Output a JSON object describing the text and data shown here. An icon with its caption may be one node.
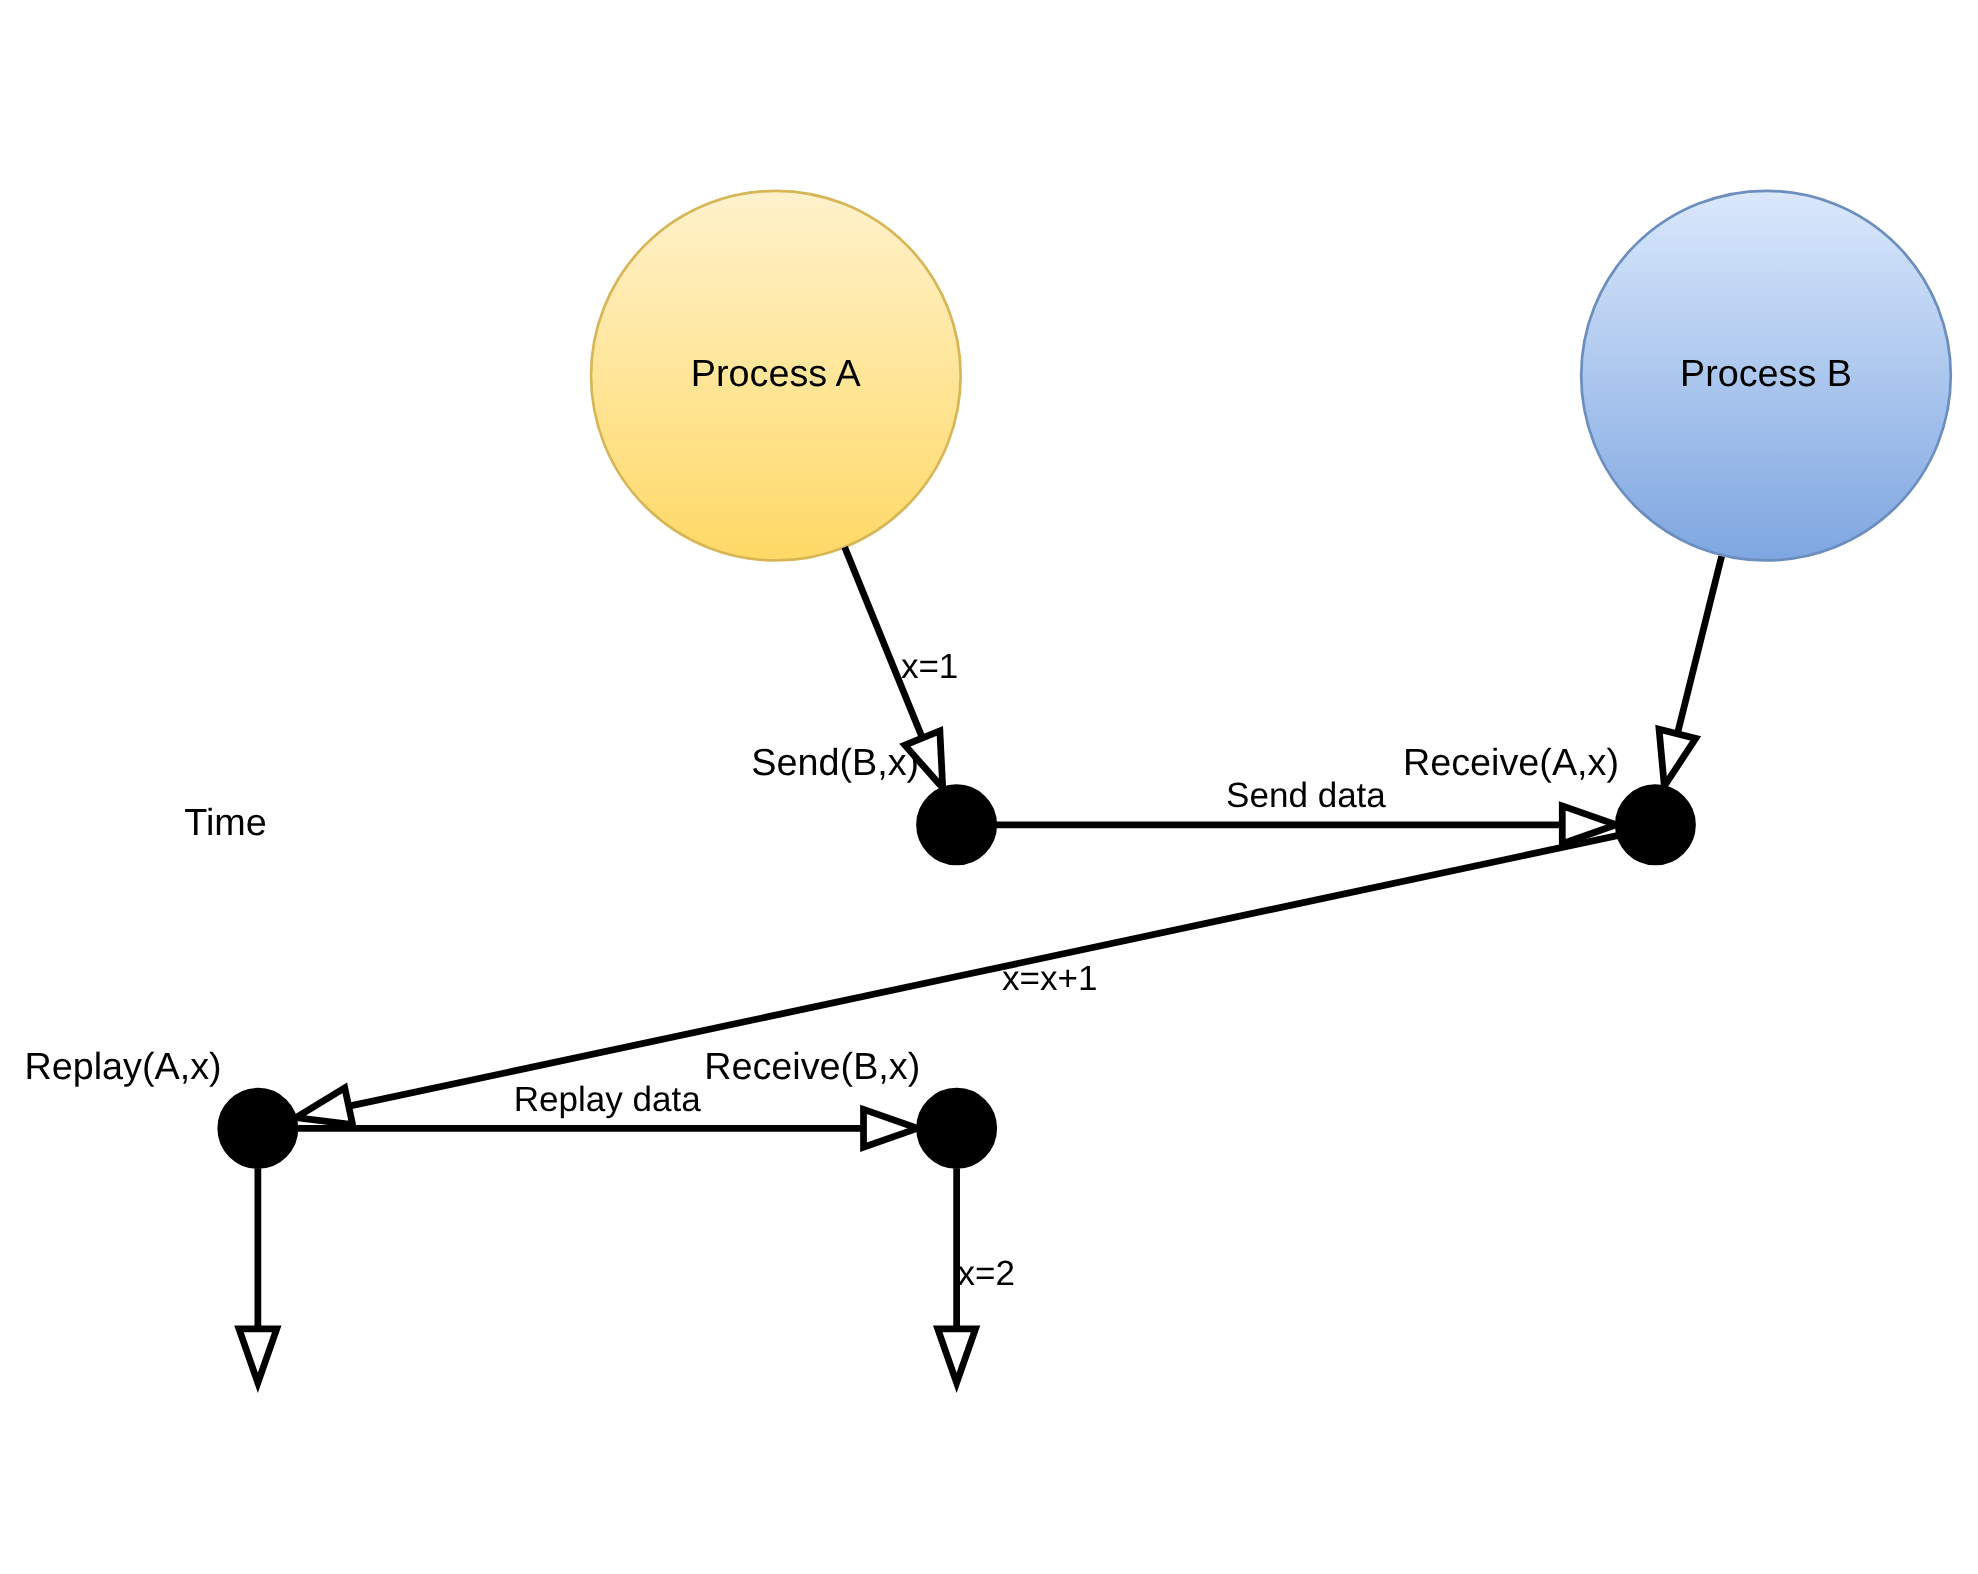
{
  "diagram": {
    "nodes": [
      {
        "text": [
          "Process A"
        ]
      },
      {
        "text": [
          "Process B"
        ]
      },
      {
        "text": [],
        "shape": "circle",
        "beside": [
          "Send(B,x)"
        ]
      },
      {
        "text": [],
        "shape": "circle",
        "beside": [
          "Receive(A,x)"
        ]
      },
      {
        "text": [],
        "shape": "circle",
        "beside": [
          "Replay(A,x)"
        ]
      },
      {
        "text": [],
        "shape": "circle",
        "beside": [
          "Receive(B,x)"
        ]
      }
    ],
    "edges": [
      {
        "from": 0,
        "to": 2,
        "arrow": "to",
        "label": "x=1"
      },
      {
        "from": 1,
        "to": 3,
        "arrow": "to"
      },
      {
        "from": 2,
        "to": 3,
        "arrow": "to",
        "label": "Send data"
      },
      {
        "from": 3,
        "to": 4,
        "arrow": "to",
        "label": "x=x+1"
      },
      {
        "from": 4,
        "to": 5,
        "arrow": "to",
        "label": "Replay data"
      },
      {
        "from": 5,
        "to": null,
        "arrow": "to",
        "label": "x=2"
      },
      {
        "from": 4,
        "to": null,
        "arrow": "to"
      }
    ],
    "labels": [
      "Time"
    ]
  }
}
